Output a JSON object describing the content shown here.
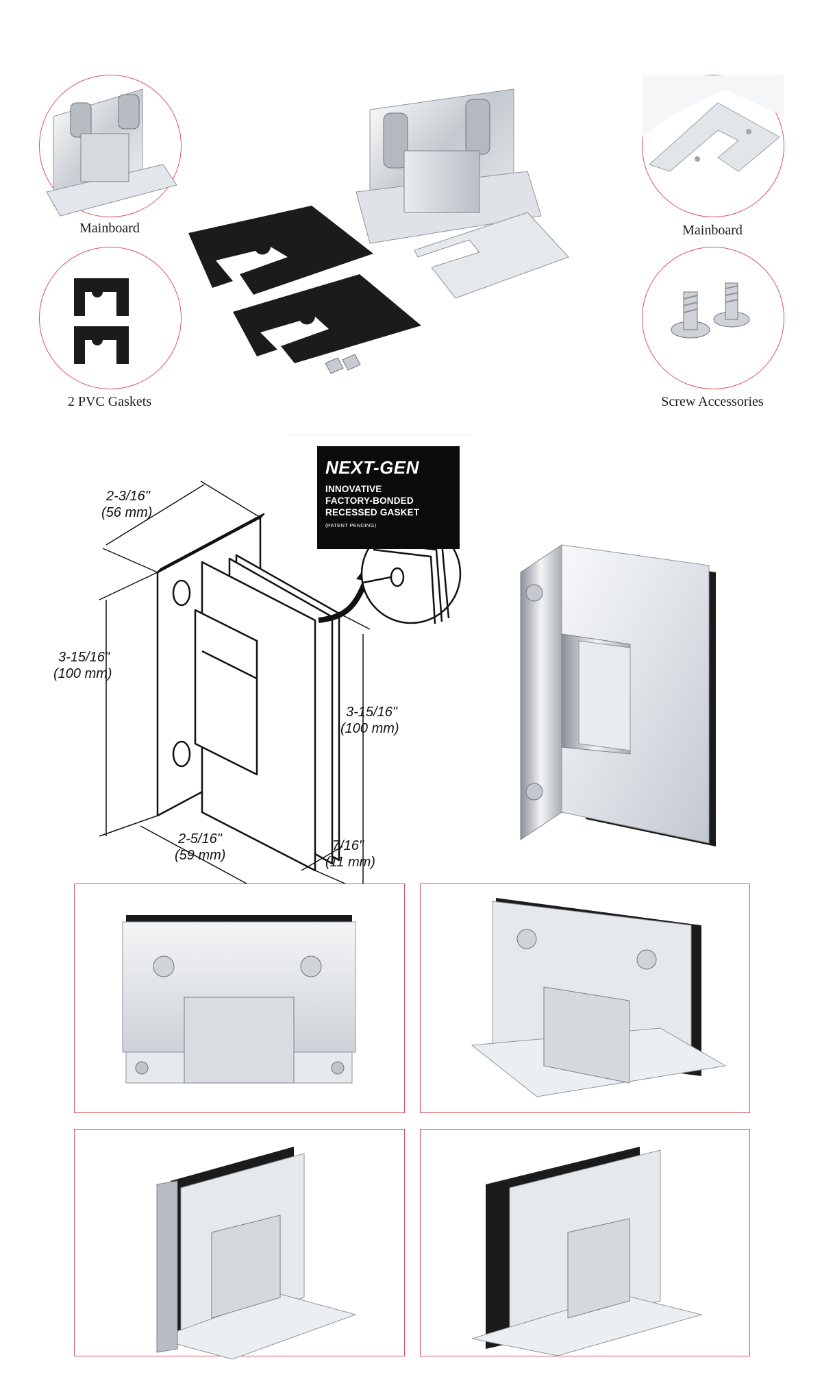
{
  "kit": {
    "captions": {
      "mainboard_left": "Mainboard",
      "gaskets": "2 PVC Gaskets",
      "mainboard_right": "Mainboard",
      "screws": "Screw Accessories"
    }
  },
  "diagram": {
    "badge": {
      "title": "NEXT-GEN",
      "line1": "INNOVATIVE",
      "line2": "FACTORY-BONDED",
      "line3": "RECESSED GASKET",
      "note": "(PATENT PENDING)"
    },
    "dims": {
      "top_width": "2-3/16\"",
      "top_width_mm": "(56 mm)",
      "left_height": "3-15/16\"",
      "left_height_mm": "(100 mm)",
      "right_height": "3-15/16\"",
      "right_height_mm": "(100 mm)",
      "bottom_width": "2-5/16\"",
      "bottom_width_mm": "(59 mm)",
      "thickness": "7/16\"",
      "thickness_mm": "(11 mm)"
    }
  },
  "colors": {
    "accent_border": "#d9535d",
    "gasket": "#1b1b1b",
    "chrome_light": "#f2f3f5",
    "chrome_dark": "#9aa0a8"
  }
}
